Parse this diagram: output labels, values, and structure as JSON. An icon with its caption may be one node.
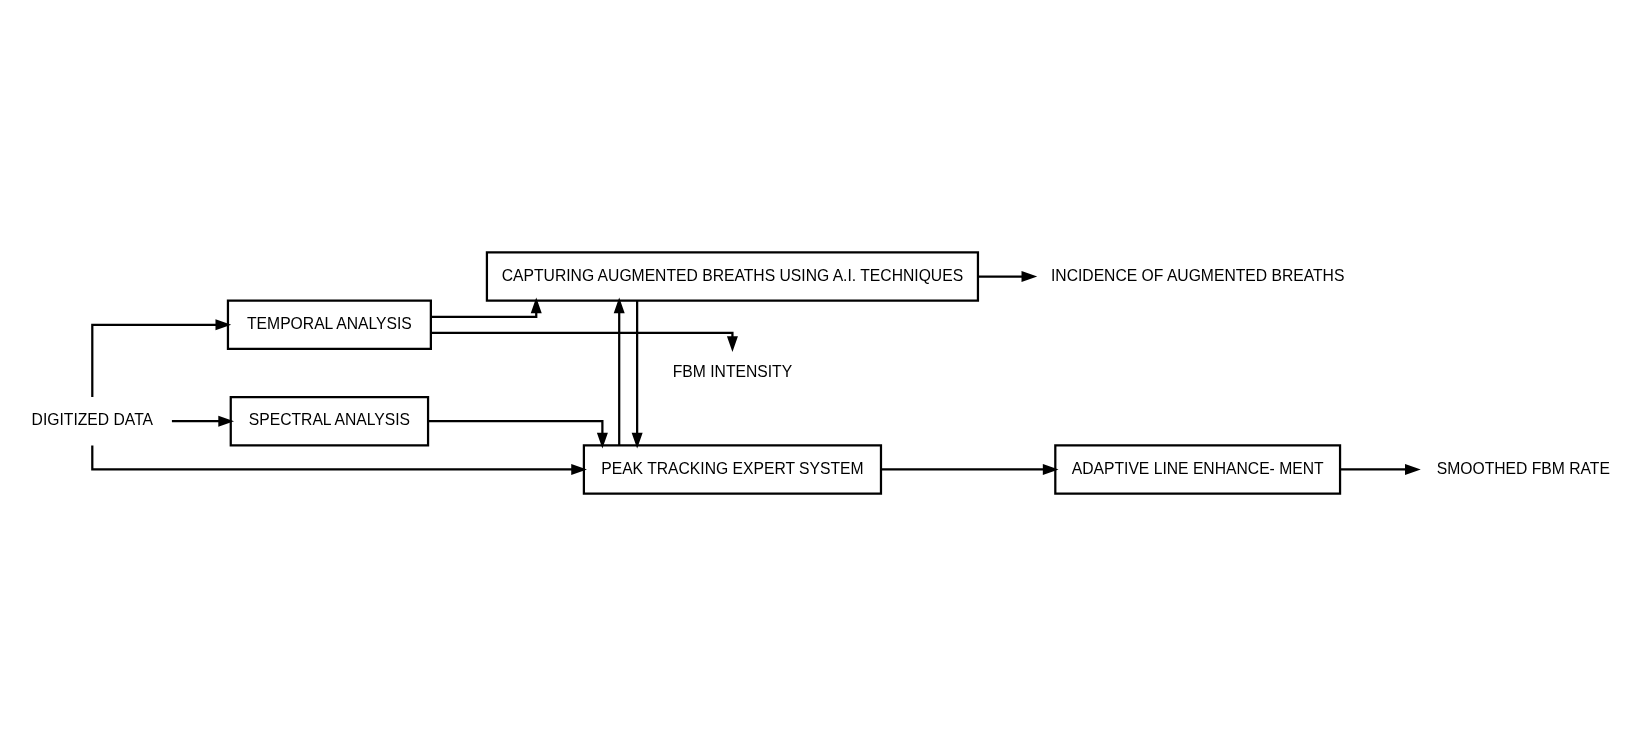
{
  "diagram": {
    "nodes": [
      {
        "text": [
          "DIGITIZED DATA"
        ]
      },
      {
        "text": [
          "SPECTRAL ANALYSIS"
        ]
      },
      {
        "text": [
          "PEAK TRACKING EXPERT SYSTEM"
        ]
      },
      {
        "text": [
          "ADAPTIVE LINE ENHANCE- MENT"
        ]
      },
      {
        "text": [
          "SMOOTHED FBM RATE"
        ]
      },
      {
        "text": [
          "TEMPORAL ANALYSIS"
        ]
      },
      {
        "text": [
          "CAPTURING AUGMENTED BREATHS USING A.I. TECHNIQUES"
        ]
      },
      {
        "text": [
          "INCIDENCE OF AUGMENTED BREATHS"
        ]
      },
      {
        "text": [
          "FBM INTENSITY"
        ]
      }
    ],
    "edges": [
      {
        "from": 0,
        "to": 1,
        "arrow": "to"
      },
      {
        "from": 0,
        "to": 2,
        "arrow": "to"
      },
      {
        "from": 0,
        "to": 5,
        "arrow": "to"
      },
      {
        "from": 1,
        "to": 2,
        "arrow": "to"
      },
      {
        "from": 2,
        "to": 3,
        "arrow": "to"
      },
      {
        "from": 3,
        "to": 4,
        "arrow": "to"
      },
      {
        "from": 2,
        "to": 6,
        "arrow": "to"
      },
      {
        "from": 6,
        "to": 2,
        "arrow": "to"
      },
      {
        "from": 5,
        "to": 6,
        "arrow": "to"
      },
      {
        "from": 6,
        "to": 7,
        "arrow": "to"
      },
      {
        "from": 5,
        "to": 8,
        "arrow": "to"
      }
    ]
  }
}
